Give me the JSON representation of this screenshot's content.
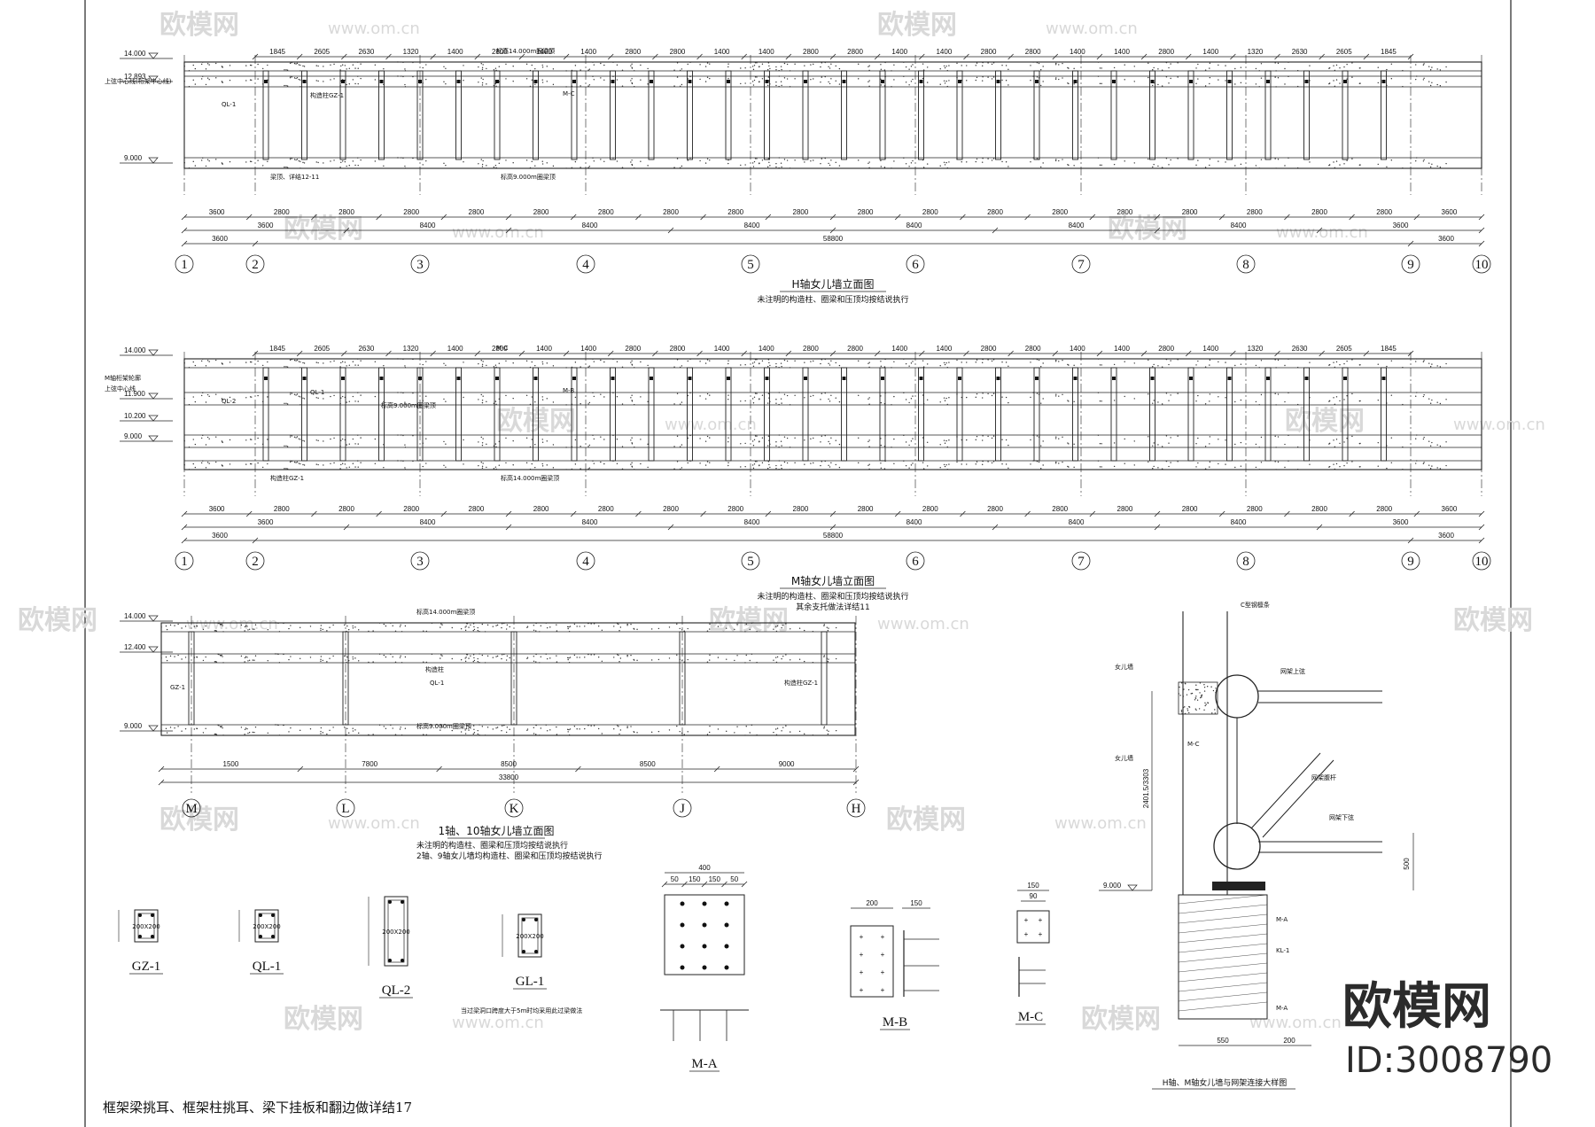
{
  "elevations": [
    {
      "id": "h",
      "title": "H轴女儿墙立面图",
      "notes": [
        "未注明的构造柱、圈梁和压顶均按结说执行"
      ],
      "levels": [
        "14.000",
        "12.893",
        "9.000"
      ],
      "level_notes": [
        "上弦中心线(桁架中心线)"
      ],
      "upper_dims": [
        "1845",
        "2605",
        "2630",
        "1320",
        "1400",
        "2800",
        "1400",
        "1400",
        "2800",
        "2800",
        "1400",
        "1400",
        "2800",
        "2800",
        "1400",
        "1400",
        "2800",
        "2800",
        "1400",
        "1400",
        "2800",
        "1400",
        "1320",
        "2630",
        "2605",
        "1845"
      ],
      "lower_dims_1": [
        "3600",
        "2800",
        "2800",
        "2800",
        "2800",
        "2800",
        "2800",
        "2800",
        "2800",
        "2800",
        "2800",
        "2800",
        "2800",
        "2800",
        "2800",
        "2800",
        "2800",
        "2800",
        "2800",
        "3600"
      ],
      "lower_dims_2": [
        "3600",
        "8400",
        "8400",
        "8400",
        "8400",
        "8400",
        "8400",
        "3600"
      ],
      "lower_dims_3": [
        "3600",
        "58800",
        "3600"
      ],
      "labels": [
        "QL-1",
        "构造柱GZ-1",
        "M-C",
        "标高14.000m圈梁顶",
        "梁顶、详结12-11",
        "标高9.000m圈梁顶"
      ]
    },
    {
      "id": "m",
      "title": "M轴女儿墙立面图",
      "notes": [
        "未注明的构造柱、圈梁和压顶均按结说执行",
        "其余支托做法详结11"
      ],
      "levels": [
        "14.000",
        "11.900",
        "10.200",
        "9.000"
      ],
      "level_notes": [
        "M轴桁架轮廓",
        "上弦中心线"
      ],
      "upper_dims": [
        "1845",
        "2605",
        "2630",
        "1320",
        "1400",
        "2800",
        "1400",
        "1400",
        "2800",
        "2800",
        "1400",
        "1400",
        "2800",
        "2800",
        "1400",
        "1400",
        "2800",
        "2800",
        "1400",
        "1400",
        "2800",
        "1400",
        "1320",
        "2630",
        "2605",
        "1845"
      ],
      "lower_dims_1": [
        "3600",
        "2800",
        "2800",
        "2800",
        "2800",
        "2800",
        "2800",
        "2800",
        "2800",
        "2800",
        "2800",
        "2800",
        "2800",
        "2800",
        "2800",
        "2800",
        "2800",
        "2800",
        "2800",
        "3600"
      ],
      "lower_dims_2": [
        "3600",
        "8400",
        "8400",
        "8400",
        "8400",
        "8400",
        "8400",
        "3600"
      ],
      "lower_dims_3": [
        "3600",
        "58800",
        "3600"
      ],
      "labels": [
        "QL-2",
        "QL-1",
        "M-B",
        "M-C",
        "构造柱GZ-1",
        "标高14.000m圈梁顶",
        "标高9.000m圈梁顶"
      ]
    }
  ],
  "axes_numeric": [
    "1",
    "2",
    "3",
    "4",
    "5",
    "6",
    "7",
    "8",
    "9",
    "10"
  ],
  "side_elevation": {
    "title": "1轴、10轴女儿墙立面图",
    "notes": [
      "未注明的构造柱、圈梁和压顶均按结说执行",
      "2轴、9轴女儿墙均构造柱、圈梁和压顶均按结说执行"
    ],
    "levels": [
      "14.000",
      "12.400",
      "9.000"
    ],
    "dims_bottom": [
      "1500",
      "7800",
      "8500",
      "8500",
      "9000"
    ],
    "dims_total": "33800",
    "axes": [
      "M",
      "L",
      "K",
      "J",
      "H"
    ],
    "labels": [
      "标高14.000m圈梁顶",
      "GZ-1",
      "QL-1",
      "构造柱",
      "标高9.000m圈梁顶",
      "构造柱GZ-1"
    ]
  },
  "sections": [
    {
      "id": "GZ-1",
      "title": "GZ-1",
      "size": "200X200"
    },
    {
      "id": "QL-1",
      "title": "QL-1",
      "size": "200X200"
    },
    {
      "id": "QL-2",
      "title": "QL-2",
      "size": "200X200"
    },
    {
      "id": "GL-1",
      "title": "GL-1",
      "size": "200X200"
    }
  ],
  "gl_note": "当过梁洞口跨度大于5m时均采用此过梁做法",
  "plates": [
    {
      "id": "M-A",
      "title": "M-A",
      "dims": [
        "400",
        "50",
        "150",
        "150",
        "50"
      ]
    },
    {
      "id": "M-B",
      "title": "M-B",
      "dims": [
        "200",
        "150"
      ]
    },
    {
      "id": "M-C",
      "title": "M-C",
      "dims": [
        "150",
        "90"
      ]
    }
  ],
  "detail": {
    "title": "H轴、M轴女儿墙与网架连接大样图",
    "labels": [
      "C型钢檩条",
      "网架上弦",
      "女儿墙",
      "M-C",
      "女儿墙",
      "网架腹杆",
      "网架下弦",
      "M-A",
      "KL-1",
      "M-A"
    ],
    "levels": [
      "9.000"
    ],
    "dims": [
      "2401.5/3303",
      "500",
      "550",
      "200"
    ]
  },
  "footer": "框架梁挑耳、框架柱挑耳、梁下挂板和翻边做详结17",
  "brand": {
    "name": "欧模网",
    "id": "ID:3008790",
    "watermark": "欧模网",
    "watermark_url": "www.om.cn"
  }
}
